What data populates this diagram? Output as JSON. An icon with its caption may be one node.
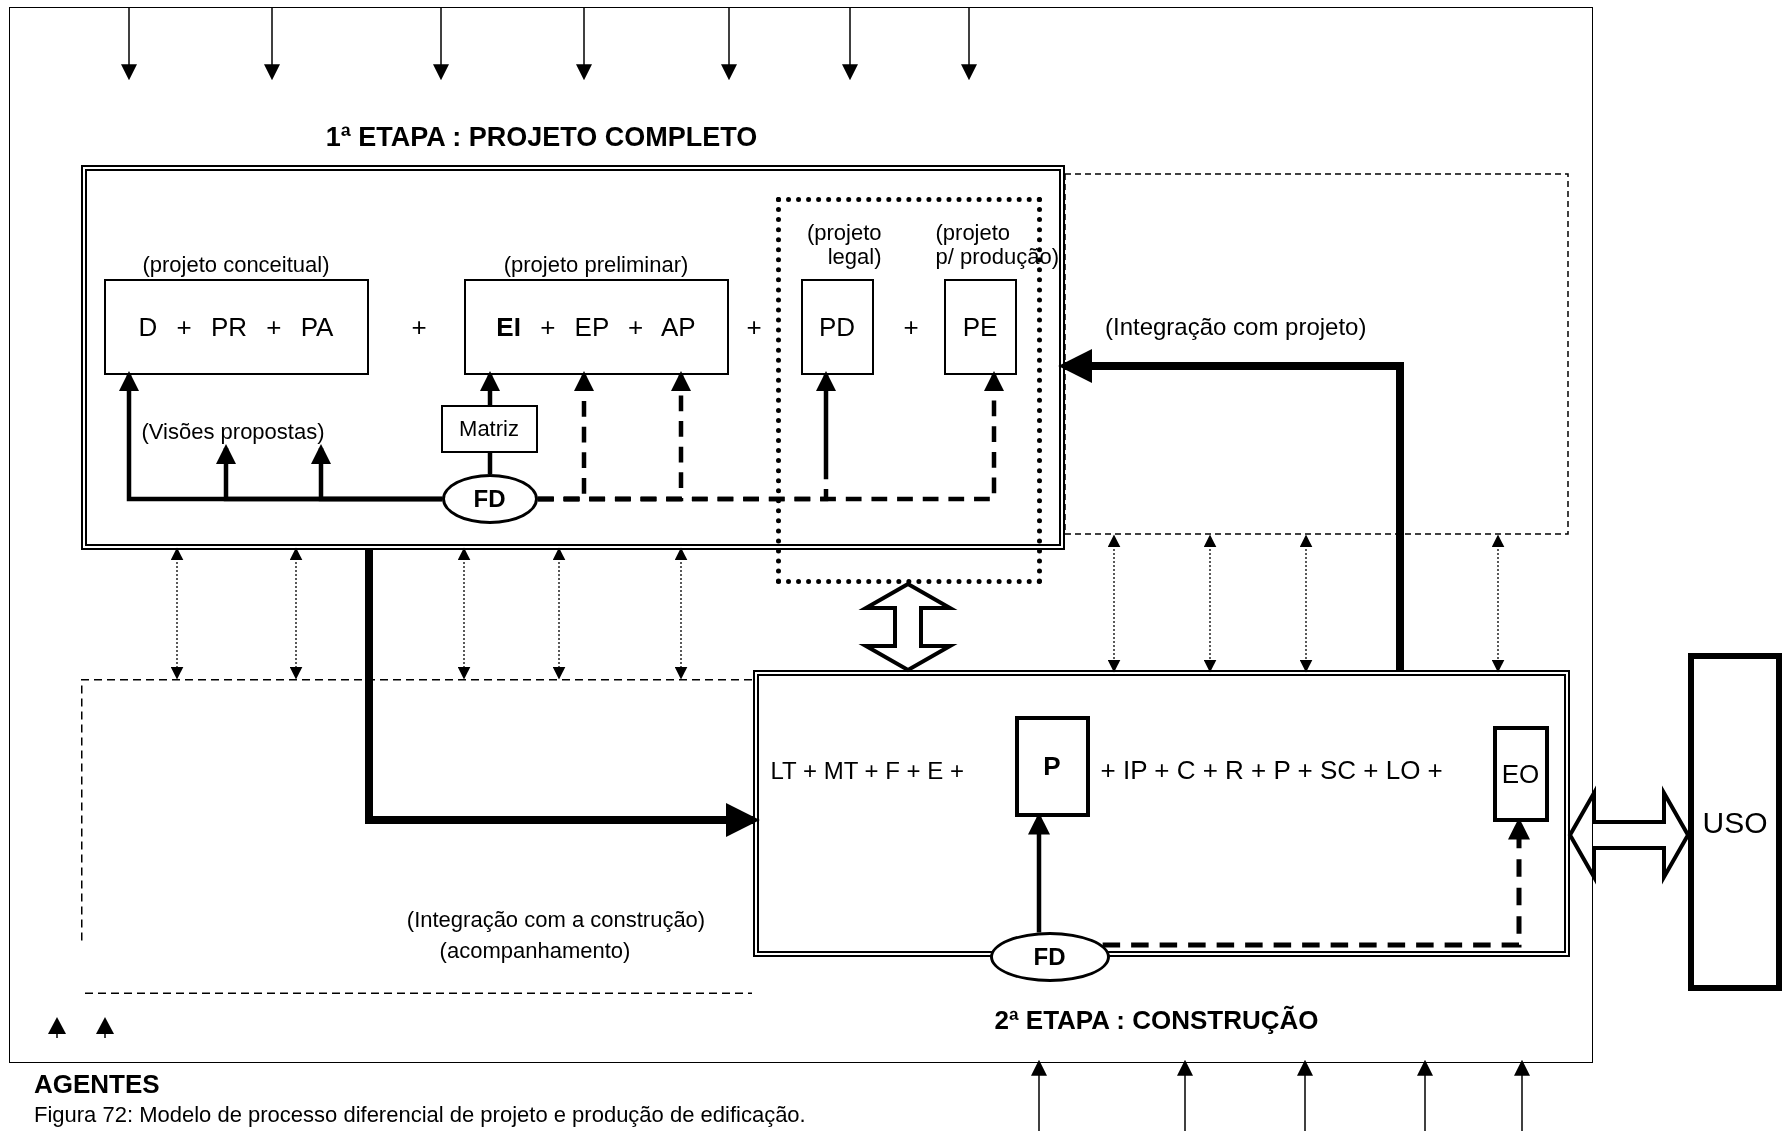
{
  "diagram": {
    "caption": "Figura 72: Modelo de processo diferencial de projeto e produção de edificação.",
    "nodes": [
      {
        "text": [],
        "shape": "box"
      },
      {
        "text": [
          "1ª ETAPA : PROJETO COMPLETO"
        ],
        "in": 0
      },
      {
        "text": [
          "D + PR + PA"
        ],
        "beside": [
          "(projeto conceitual)"
        ],
        "in": 1
      },
      {
        "text": [
          "**EI** + EP + AP"
        ],
        "beside": [
          "(projeto preliminar)"
        ],
        "in": 1
      },
      {
        "text": [],
        "shape": "box",
        "in": 0
      },
      {
        "text": [
          "PD"
        ],
        "beside": [
          "(projeto legal)"
        ],
        "in": 4
      },
      {
        "text": [
          "PE"
        ],
        "beside": [
          "(projeto p/ produção)"
        ],
        "in": 4
      },
      {
        "text": [
          "Matriz"
        ],
        "in": 1
      },
      {
        "text": [
          "FD"
        ],
        "in": 1
      },
      {
        "text": [
          "LT + MT + F + E +",
          "+ IP + C + R + P + SC + LO +",
          "2ª ETAPA : CONSTRUÇÃO"
        ],
        "in": 0
      },
      {
        "text": [
          "P"
        ],
        "in": 9
      },
      {
        "text": [
          "EO"
        ],
        "in": 9
      },
      {
        "text": [
          "FD"
        ],
        "in": 0
      },
      {
        "text": [
          "USO"
        ]
      },
      {
        "text": [
          "(Visões propostas)"
        ],
        "in": 1
      }
    ],
    "edges": [
      {
        "from": 8,
        "to": 2,
        "arrow": "to",
        "style": "thick"
      },
      {
        "from": 8,
        "to": 14,
        "arrow": "to",
        "style": "thick"
      },
      {
        "from": 8,
        "to": 14,
        "arrow": "to",
        "style": "thick"
      },
      {
        "from": 8,
        "to": 7,
        "arrow": "none",
        "style": "thick"
      },
      {
        "from": 7,
        "to": 3,
        "arrow": "to",
        "style": "thick"
      },
      {
        "from": 8,
        "to": 3,
        "arrow": "to",
        "style": "dashed"
      },
      {
        "from": 8,
        "to": 3,
        "arrow": "to",
        "style": "dashed"
      },
      {
        "from": 8,
        "to": 5,
        "arrow": "to",
        "style": "dashed"
      },
      {
        "from": 8,
        "to": 6,
        "arrow": "to",
        "style": "dashed"
      },
      {
        "from": 9,
        "to": 1,
        "arrow": "to",
        "label": "(Integração com projeto)",
        "style": "thick"
      },
      {
        "from": 1,
        "to": 9,
        "arrow": "to",
        "style": "thick"
      },
      {
        "from": 4,
        "to": 9,
        "arrow": "both",
        "style": "thick"
      },
      {
        "from": 9,
        "to": 13,
        "arrow": "both",
        "style": "thick"
      },
      {
        "from": 12,
        "to": 10,
        "arrow": "to",
        "style": "thick"
      },
      {
        "from": 12,
        "to": 11,
        "arrow": "to",
        "style": "dashed"
      },
      {
        "from": 1,
        "to": null,
        "arrow": "both",
        "style": "dashed"
      },
      {
        "from": 1,
        "to": null,
        "arrow": "both",
        "style": "dashed"
      },
      {
        "from": 1,
        "to": null,
        "arrow": "both",
        "style": "dashed"
      },
      {
        "from": 1,
        "to": null,
        "arrow": "both",
        "style": "dashed"
      },
      {
        "from": 1,
        "to": null,
        "arrow": "both",
        "style": "dashed"
      },
      {
        "from": null,
        "to": 9,
        "arrow": "both",
        "style": "dashed"
      },
      {
        "from": null,
        "to": 9,
        "arrow": "both",
        "style": "dashed"
      },
      {
        "from": null,
        "to": 9,
        "arrow": "both",
        "style": "dashed"
      },
      {
        "from": null,
        "to": 9,
        "arrow": "both",
        "style": "dashed"
      },
      {
        "from": 0,
        "to": null,
        "arrow": "to"
      },
      {
        "from": 0,
        "to": null,
        "arrow": "to"
      },
      {
        "from": 0,
        "to": null,
        "arrow": "to"
      },
      {
        "from": 0,
        "to": null,
        "arrow": "to"
      },
      {
        "from": 0,
        "to": null,
        "arrow": "to"
      },
      {
        "from": 0,
        "to": null,
        "arrow": "to"
      },
      {
        "from": 0,
        "to": null,
        "arrow": "to"
      },
      {
        "from": null,
        "to": 0,
        "arrow": "to"
      },
      {
        "from": null,
        "to": 0,
        "arrow": "to"
      },
      {
        "from": null,
        "to": 0,
        "arrow": "to"
      },
      {
        "from": null,
        "to": 0,
        "arrow": "to"
      },
      {
        "from": null,
        "to": 0,
        "arrow": "to"
      }
    ],
    "labels": [
      "+",
      "+",
      "+",
      "(Integração com a construção)",
      "(acompanhamento)",
      "AGENTES"
    ]
  }
}
